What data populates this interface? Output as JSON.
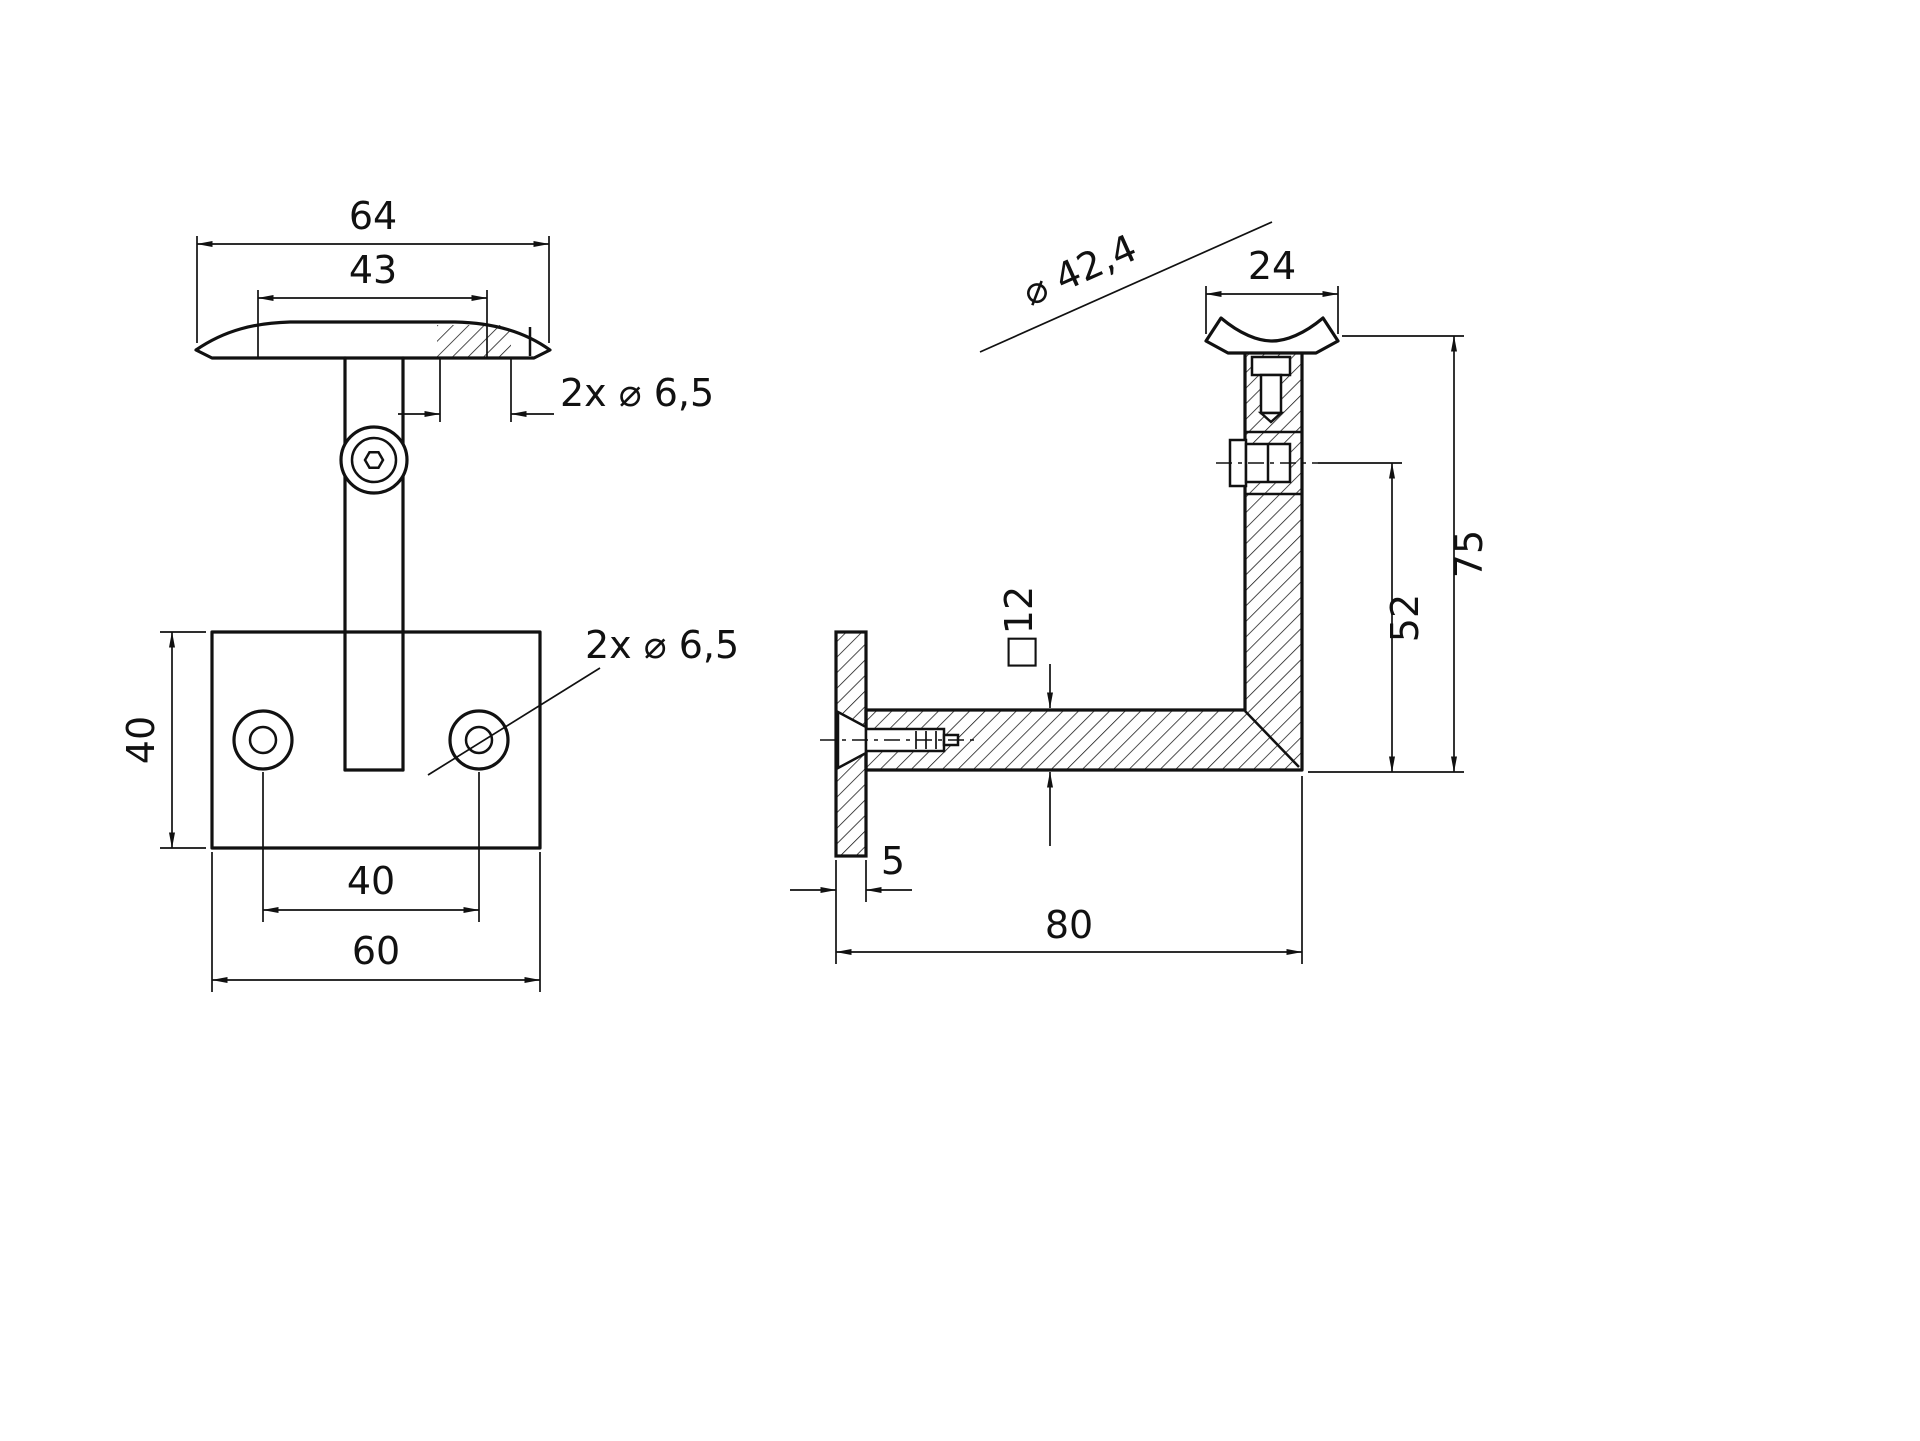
{
  "drawing": {
    "background": "#ffffff",
    "line_color": "#111111",
    "front_view": {
      "dim_saddle_width": "64",
      "dim_saddle_flat": "43",
      "dim_saddle_holes": "2x ⌀ 6,5",
      "dim_plate_height": "40",
      "dim_hole_spacing": "40",
      "dim_plate_width": "60",
      "dim_plate_holes": "2x ⌀ 6,5"
    },
    "side_view": {
      "dim_rail_diameter": "⌀ 42,4",
      "dim_saddle_depth": "24",
      "dim_height_total": "75",
      "dim_height_pivot": "52",
      "dim_arm_square": "□12",
      "dim_plate_thickness": "5",
      "dim_arm_length": "80"
    }
  }
}
